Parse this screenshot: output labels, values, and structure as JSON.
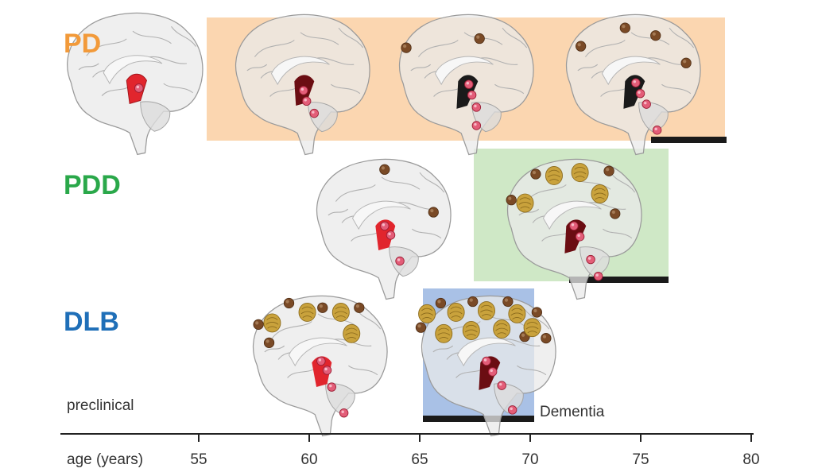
{
  "rows": {
    "pd": {
      "label": "PD",
      "color": "#f29a3a",
      "band_color": "#fbd6b0"
    },
    "pdd": {
      "label": "PDD",
      "color": "#2aa84a",
      "band_color": "#cfe8c6"
    },
    "dlb": {
      "label": "DLB",
      "color": "#1f6fb8",
      "band_color": "#a9c1e6"
    }
  },
  "annotations": {
    "preclinical": "preclinical",
    "dementia": "Dementia"
  },
  "axis": {
    "label": "age (years)",
    "ticks": [
      "55",
      "60",
      "65",
      "70",
      "75",
      "80"
    ]
  },
  "icons": {
    "brain": "brain-sagittal-icon",
    "lewy_body": "lewy-body-icon",
    "plaque": "amyloid-plaque-icon",
    "brainstem_lesion": "brainstem-lesion-icon"
  },
  "colors": {
    "lewy_body": "#7a4a26",
    "plaque": "#c9a23c",
    "lesion_red": "#e1252d",
    "lesion_dark": "#6b0d12",
    "dementia_bar": "#1a1a1a"
  }
}
